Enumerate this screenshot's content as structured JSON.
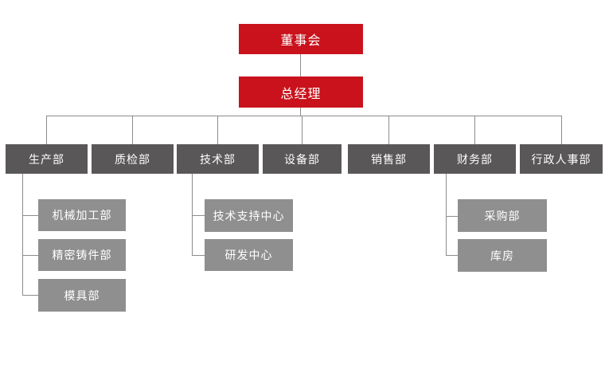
{
  "diagram": {
    "type": "org-chart",
    "colors": {
      "root": "#c9121c",
      "department": "#595757",
      "subdepartment": "#8f8f8f",
      "connector": "#8c8c8c",
      "text": "#ffffff",
      "background": "#ffffff"
    },
    "nodes": [
      {
        "id": "board",
        "label": "董事会",
        "level": "top",
        "parent": null
      },
      {
        "id": "gm",
        "label": "总经理",
        "level": "top",
        "parent": "board"
      },
      {
        "id": "production",
        "label": "生产部",
        "level": "department",
        "parent": "gm"
      },
      {
        "id": "quality",
        "label": "质检部",
        "level": "department",
        "parent": "gm"
      },
      {
        "id": "technology",
        "label": "技术部",
        "level": "department",
        "parent": "gm"
      },
      {
        "id": "equipment",
        "label": "设备部",
        "level": "department",
        "parent": "gm"
      },
      {
        "id": "sales",
        "label": "销售部",
        "level": "department",
        "parent": "gm"
      },
      {
        "id": "finance",
        "label": "财务部",
        "level": "department",
        "parent": "gm"
      },
      {
        "id": "admin-hr",
        "label": "行政人事部",
        "level": "department",
        "parent": "gm"
      },
      {
        "id": "machining",
        "label": "机械加工部",
        "level": "subdepartment",
        "parent": "production"
      },
      {
        "id": "precision-casting",
        "label": "精密铸件部",
        "level": "subdepartment",
        "parent": "production"
      },
      {
        "id": "mold",
        "label": "模具部",
        "level": "subdepartment",
        "parent": "production"
      },
      {
        "id": "tech-support",
        "label": "技术支持中心",
        "level": "subdepartment",
        "parent": "technology"
      },
      {
        "id": "rnd",
        "label": "研发中心",
        "level": "subdepartment",
        "parent": "technology"
      },
      {
        "id": "purchasing",
        "label": "采购部",
        "level": "subdepartment",
        "parent": "finance"
      },
      {
        "id": "warehouse",
        "label": "库房",
        "level": "subdepartment",
        "parent": "finance"
      }
    ]
  }
}
